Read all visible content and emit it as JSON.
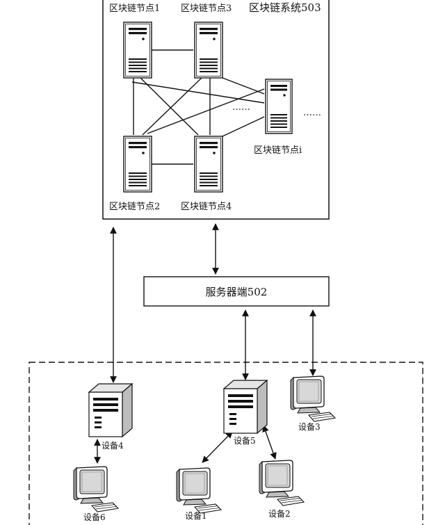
{
  "blockchain_system": {
    "title": "区块链系统503",
    "nodes": [
      {
        "id": "n1",
        "label": "区块链节点1"
      },
      {
        "id": "n3",
        "label": "区块链节点3"
      },
      {
        "id": "n2",
        "label": "区块链节点2"
      },
      {
        "id": "n4",
        "label": "区块链节点4"
      },
      {
        "id": "ni",
        "label": "区块链节点i"
      }
    ],
    "ellipsis_inner": "……",
    "ellipsis_outer": "……"
  },
  "server": {
    "label": "服务器端502"
  },
  "devices": [
    {
      "id": "d4",
      "label": "设备4"
    },
    {
      "id": "d5",
      "label": "设备5"
    },
    {
      "id": "d3",
      "label": "设备3"
    },
    {
      "id": "d6",
      "label": "设备6"
    },
    {
      "id": "d1",
      "label": "设备1"
    },
    {
      "id": "d2",
      "label": "设备2"
    }
  ],
  "colors": {
    "stroke": "#111111",
    "fill": "#ffffff",
    "screen": "#d8d8d8"
  }
}
